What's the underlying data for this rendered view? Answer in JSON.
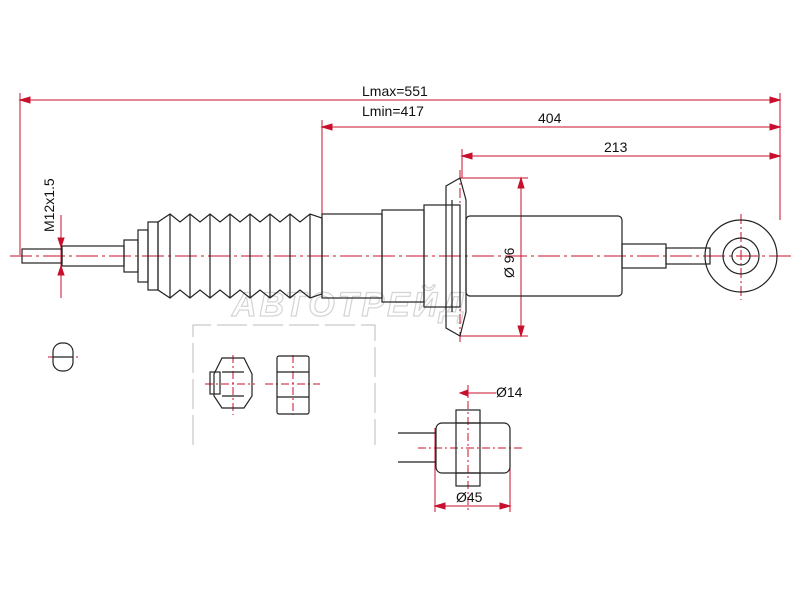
{
  "dimensions": {
    "lmax": "Lmax=551",
    "lmin": "Lmin=417",
    "length_404": "404",
    "length_213": "213",
    "thread": "M12x1.5",
    "diameter_96": "Ø 96",
    "diameter_14": "Ø14",
    "diameter_45": "Ø45"
  },
  "watermark": "АВТОТРЕЙД",
  "colors": {
    "dimension_line": "#c8102e",
    "outline": "#222222",
    "watermark": "#d4d4d4",
    "inset_frame": "#bbbbbb"
  }
}
